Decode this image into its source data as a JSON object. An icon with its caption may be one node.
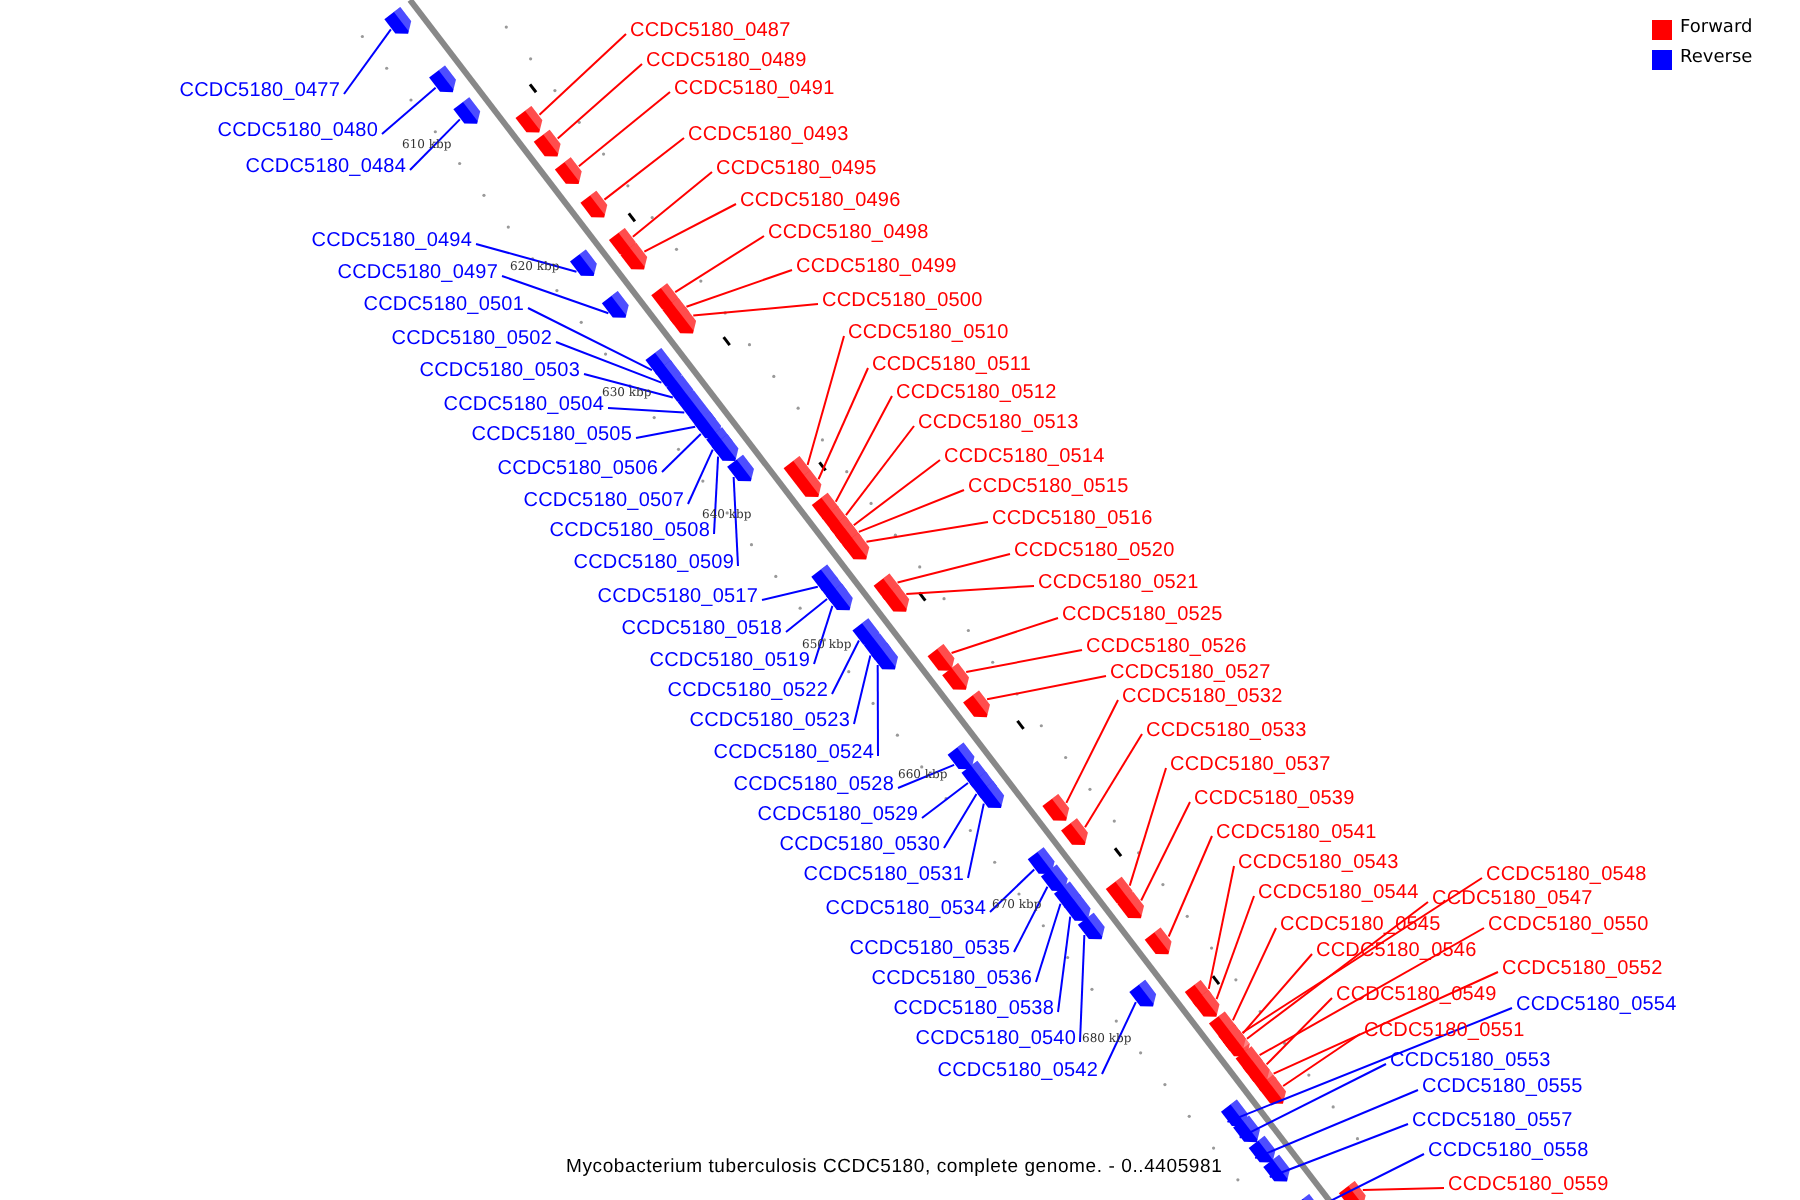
{
  "diagram": {
    "caption": "Mycobacterium tuberculosis CCDC5180, complete genome. - 0..4405981",
    "nodes": [
      {
        "text": [
          "CCDC5180_0487"
        ]
      },
      {
        "text": [
          "CCDC5180_0489"
        ]
      },
      {
        "text": [
          "CCDC5180_0491"
        ]
      },
      {
        "text": [
          "CCDC5180_0477"
        ]
      },
      {
        "text": [
          "CCDC5180_0480"
        ]
      },
      {
        "text": [
          "CCDC5180_0493"
        ]
      },
      {
        "text": [
          "CCDC5180_0484"
        ]
      },
      {
        "text": [
          "CCDC5180_0495"
        ]
      },
      {
        "text": [
          "CCDC5180_0496"
        ]
      },
      {
        "text": [
          "CCDC5180_0498"
        ]
      },
      {
        "text": [
          "CCDC5180_0494"
        ]
      },
      {
        "text": [
          "CCDC5180_0499"
        ]
      },
      {
        "text": [
          "CCDC5180_0497"
        ]
      },
      {
        "text": [
          "CCDC5180_0500"
        ]
      },
      {
        "text": [
          "CCDC5180_0501"
        ]
      },
      {
        "text": [
          "CCDC5180_0510"
        ]
      },
      {
        "text": [
          "CCDC5180_0502"
        ]
      },
      {
        "text": [
          "CCDC5180_0511"
        ]
      },
      {
        "text": [
          "CCDC5180_0503"
        ]
      },
      {
        "text": [
          "CCDC5180_0512"
        ]
      },
      {
        "text": [
          "CCDC5180_0504"
        ]
      },
      {
        "text": [
          "CCDC5180_0513"
        ]
      },
      {
        "text": [
          "CCDC5180_0505"
        ]
      },
      {
        "text": [
          "CCDC5180_0514"
        ]
      },
      {
        "text": [
          "CCDC5180_0506"
        ]
      },
      {
        "text": [
          "CCDC5180_0515"
        ]
      },
      {
        "text": [
          "CCDC5180_0507"
        ]
      },
      {
        "text": [
          "CCDC5180_0516"
        ]
      },
      {
        "text": [
          "CCDC5180_0508"
        ]
      },
      {
        "text": [
          "CCDC5180_0520"
        ]
      },
      {
        "text": [
          "CCDC5180_0509"
        ]
      },
      {
        "text": [
          "CCDC5180_0521"
        ]
      },
      {
        "text": [
          "CCDC5180_0517"
        ]
      },
      {
        "text": [
          "CCDC5180_0525"
        ]
      },
      {
        "text": [
          "CCDC5180_0518"
        ]
      },
      {
        "text": [
          "CCDC5180_0526"
        ]
      },
      {
        "text": [
          "CCDC5180_0519"
        ]
      },
      {
        "text": [
          "CCDC5180_0527"
        ]
      },
      {
        "text": [
          "CCDC5180_0522"
        ]
      },
      {
        "text": [
          "CCDC5180_0532"
        ]
      },
      {
        "text": [
          "CCDC5180_0523"
        ]
      },
      {
        "text": [
          "CCDC5180_0533"
        ]
      },
      {
        "text": [
          "CCDC5180_0524"
        ]
      },
      {
        "text": [
          "CCDC5180_0537"
        ]
      },
      {
        "text": [
          "CCDC5180_0528"
        ]
      },
      {
        "text": [
          "CCDC5180_0539"
        ]
      },
      {
        "text": [
          "CCDC5180_0529"
        ]
      },
      {
        "text": [
          "CCDC5180_0541"
        ]
      },
      {
        "text": [
          "CCDC5180_0530"
        ]
      },
      {
        "text": [
          "CCDC5180_0543"
        ]
      },
      {
        "text": [
          "CCDC5180_0548"
        ]
      },
      {
        "text": [
          "CCDC5180_0531"
        ]
      },
      {
        "text": [
          "CCDC5180_0544"
        ]
      },
      {
        "text": [
          "CCDC5180_0547"
        ]
      },
      {
        "text": [
          "CCDC5180_0534"
        ]
      },
      {
        "text": [
          "CCDC5180_0545"
        ]
      },
      {
        "text": [
          "CCDC5180_0550"
        ]
      },
      {
        "text": [
          "CCDC5180_0535"
        ]
      },
      {
        "text": [
          "CCDC5180_0546"
        ]
      },
      {
        "text": [
          "CCDC5180_0552"
        ]
      },
      {
        "text": [
          "CCDC5180_0536"
        ]
      },
      {
        "text": [
          "CCDC5180_0549"
        ]
      },
      {
        "text": [
          "CCDC5180_0554"
        ]
      },
      {
        "text": [
          "CCDC5180_0538"
        ]
      },
      {
        "text": [
          "CCDC5180_0551"
        ]
      },
      {
        "text": [
          "CCDC5180_0540"
        ]
      },
      {
        "text": [
          "CCDC5180_0553"
        ]
      },
      {
        "text": [
          "CCDC5180_0542"
        ]
      },
      {
        "text": [
          "CCDC5180_0555"
        ]
      },
      {
        "text": [
          "CCDC5180_0557"
        ]
      },
      {
        "text": [
          "CCDC5180_0558"
        ]
      },
      {
        "text": [
          "CCDC5180_0559"
        ]
      },
      {
        "text": [],
        "shape": "arrow"
      },
      {
        "text": [],
        "shape": "arrow"
      },
      {
        "text": [],
        "shape": "arrow"
      },
      {
        "text": [],
        "shape": "arrow"
      },
      {
        "text": [],
        "shape": "arrow"
      },
      {
        "text": [],
        "shape": "arrow"
      },
      {
        "text": [],
        "shape": "arrow"
      },
      {
        "text": [],
        "shape": "arrow"
      },
      {
        "text": [],
        "shape": "arrow"
      },
      {
        "text": [],
        "shape": "arrow"
      },
      {
        "text": [],
        "shape": "arrow"
      },
      {
        "text": [],
        "shape": "arrow"
      },
      {
        "text": [],
        "shape": "arrow"
      },
      {
        "text": [],
        "shape": "arrow"
      },
      {
        "text": [],
        "shape": "arrow"
      },
      {
        "text": [],
        "shape": "arrow"
      },
      {
        "text": [],
        "shape": "arrow"
      },
      {
        "text": [],
        "shape": "arrow"
      },
      {
        "text": [],
        "shape": "arrow"
      },
      {
        "text": [],
        "shape": "arrow"
      },
      {
        "text": [],
        "shape": "arrow"
      },
      {
        "text": [],
        "shape": "arrow"
      },
      {
        "text": [],
        "shape": "arrow"
      },
      {
        "text": [],
        "shape": "arrow"
      },
      {
        "text": [],
        "shape": "arrow"
      },
      {
        "text": [],
        "shape": "arrow"
      },
      {
        "text": [],
        "shape": "arrow"
      },
      {
        "text": [],
        "shape": "arrow"
      },
      {
        "text": [],
        "shape": "arrow"
      },
      {
        "text": [],
        "shape": "arrow"
      },
      {
        "text": [],
        "shape": "arrow"
      },
      {
        "text": [],
        "shape": "arrow"
      },
      {
        "text": [],
        "shape": "arrow"
      },
      {
        "text": [],
        "shape": "arrow"
      },
      {
        "text": [],
        "shape": "arrow"
      },
      {
        "text": [],
        "shape": "arrow"
      },
      {
        "text": [],
        "shape": "arrow"
      },
      {
        "text": [],
        "shape": "arrow"
      },
      {
        "text": [],
        "shape": "arrow"
      },
      {
        "text": [],
        "shape": "arrow"
      },
      {
        "text": [],
        "shape": "arrow"
      },
      {
        "text": [],
        "shape": "arrow"
      },
      {
        "text": [],
        "shape": "arrow"
      },
      {
        "text": [],
        "shape": "arrow"
      },
      {
        "text": [],
        "shape": "arrow"
      },
      {
        "text": [],
        "shape": "arrow"
      },
      {
        "text": [],
        "shape": "arrow"
      },
      {
        "text": [],
        "shape": "arrow"
      },
      {
        "text": [],
        "shape": "arrow"
      },
      {
        "text": [],
        "shape": "arrow"
      },
      {
        "text": [],
        "shape": "arrow"
      },
      {
        "text": [],
        "shape": "arrow"
      },
      {
        "text": [],
        "shape": "arrow"
      },
      {
        "text": [],
        "shape": "arrow"
      },
      {
        "text": [],
        "shape": "arrow"
      },
      {
        "text": [],
        "shape": "arrow"
      },
      {
        "text": [],
        "shape": "arrow"
      },
      {
        "text": [],
        "shape": "arrow"
      },
      {
        "text": [],
        "shape": "arrow"
      },
      {
        "text": [],
        "shape": "arrow"
      },
      {
        "text": [],
        "shape": "arrow"
      },
      {
        "text": [],
        "shape": "arrow"
      },
      {
        "text": [],
        "shape": "arrow"
      },
      {
        "text": [],
        "shape": "arrow"
      },
      {
        "text": [],
        "shape": "arrow"
      },
      {
        "text": [],
        "shape": "arrow"
      },
      {
        "text": [],
        "shape": "arrow"
      },
      {
        "text": [],
        "shape": "arrow"
      },
      {
        "text": [],
        "shape": "arrow"
      },
      {
        "text": [],
        "shape": "arrow"
      },
      {
        "text": [],
        "shape": "arrow"
      },
      {
        "text": [],
        "shape": "arrow"
      }
    ],
    "edges": [
      {
        "from": 0,
        "to": 72,
        "arrow": "none"
      },
      {
        "from": 1,
        "to": 73,
        "arrow": "none"
      },
      {
        "from": 2,
        "to": 74,
        "arrow": "none"
      },
      {
        "from": 3,
        "to": 75,
        "arrow": "none",
        "color": "#0000ff"
      },
      {
        "from": 4,
        "to": 76,
        "arrow": "none",
        "color": "#0000ff"
      },
      {
        "from": 5,
        "to": 77,
        "arrow": "none"
      },
      {
        "from": 6,
        "to": 78,
        "arrow": "none",
        "color": "#0000ff"
      },
      {
        "from": 7,
        "to": 79,
        "arrow": "none"
      },
      {
        "from": 8,
        "to": 80,
        "arrow": "none"
      },
      {
        "from": 9,
        "to": 81,
        "arrow": "none"
      },
      {
        "from": 10,
        "to": 82,
        "arrow": "none",
        "color": "#0000ff"
      },
      {
        "from": 11,
        "to": 83,
        "arrow": "none"
      },
      {
        "from": 12,
        "to": 84,
        "arrow": "none",
        "color": "#0000ff"
      },
      {
        "from": 13,
        "to": 85,
        "arrow": "none"
      },
      {
        "from": 14,
        "to": 86,
        "arrow": "none",
        "color": "#0000ff"
      },
      {
        "from": 15,
        "to": 87,
        "arrow": "none"
      },
      {
        "from": 16,
        "to": 88,
        "arrow": "none",
        "color": "#0000ff"
      },
      {
        "from": 17,
        "to": 89,
        "arrow": "none"
      },
      {
        "from": 18,
        "to": 90,
        "arrow": "none",
        "color": "#0000ff"
      },
      {
        "from": 19,
        "to": 91,
        "arrow": "none"
      },
      {
        "from": 20,
        "to": 92,
        "arrow": "none",
        "color": "#0000ff"
      },
      {
        "from": 21,
        "to": 93,
        "arrow": "none"
      },
      {
        "from": 22,
        "to": 94,
        "arrow": "none",
        "color": "#0000ff"
      },
      {
        "from": 23,
        "to": 95,
        "arrow": "none"
      },
      {
        "from": 24,
        "to": 96,
        "arrow": "none",
        "color": "#0000ff"
      },
      {
        "from": 25,
        "to": 97,
        "arrow": "none"
      },
      {
        "from": 26,
        "to": 98,
        "arrow": "none",
        "color": "#0000ff"
      },
      {
        "from": 27,
        "to": 99,
        "arrow": "none"
      },
      {
        "from": 28,
        "to": 100,
        "arrow": "none",
        "color": "#0000ff"
      },
      {
        "from": 29,
        "to": 101,
        "arrow": "none"
      },
      {
        "from": 30,
        "to": 102,
        "arrow": "none",
        "color": "#0000ff"
      },
      {
        "from": 31,
        "to": 103,
        "arrow": "none"
      },
      {
        "from": 32,
        "to": 104,
        "arrow": "none",
        "color": "#0000ff"
      },
      {
        "from": 33,
        "to": 105,
        "arrow": "none"
      },
      {
        "from": 34,
        "to": 106,
        "arrow": "none",
        "color": "#0000ff"
      },
      {
        "from": 35,
        "to": 107,
        "arrow": "none"
      },
      {
        "from": 36,
        "to": 108,
        "arrow": "none",
        "color": "#0000ff"
      },
      {
        "from": 37,
        "to": 109,
        "arrow": "none"
      },
      {
        "from": 38,
        "to": 110,
        "arrow": "none",
        "color": "#0000ff"
      },
      {
        "from": 39,
        "to": 111,
        "arrow": "none"
      },
      {
        "from": 40,
        "to": 112,
        "arrow": "none",
        "color": "#0000ff"
      },
      {
        "from": 41,
        "to": 113,
        "arrow": "none"
      },
      {
        "from": 42,
        "to": 114,
        "arrow": "none",
        "color": "#0000ff"
      },
      {
        "from": 43,
        "to": 115,
        "arrow": "none"
      },
      {
        "from": 44,
        "to": 116,
        "arrow": "none",
        "color": "#0000ff"
      },
      {
        "from": 45,
        "to": 117,
        "arrow": "none"
      },
      {
        "from": 46,
        "to": 118,
        "arrow": "none",
        "color": "#0000ff"
      },
      {
        "from": 47,
        "to": 119,
        "arrow": "none"
      },
      {
        "from": 48,
        "to": 120,
        "arrow": "none",
        "color": "#0000ff"
      },
      {
        "from": 49,
        "to": 121,
        "arrow": "none"
      },
      {
        "from": 50,
        "to": 122,
        "arrow": "none"
      },
      {
        "from": 51,
        "to": 123,
        "arrow": "none",
        "color": "#0000ff"
      },
      {
        "from": 52,
        "to": 124,
        "arrow": "none"
      },
      {
        "from": 53,
        "to": 125,
        "arrow": "none"
      },
      {
        "from": 54,
        "to": 126,
        "arrow": "none",
        "color": "#0000ff"
      },
      {
        "from": 55,
        "to": 127,
        "arrow": "none"
      },
      {
        "from": 56,
        "to": 128,
        "arrow": "none"
      },
      {
        "from": 57,
        "to": 129,
        "arrow": "none",
        "color": "#0000ff"
      },
      {
        "from": 58,
        "to": 130,
        "arrow": "none"
      },
      {
        "from": 59,
        "to": 131,
        "arrow": "none"
      },
      {
        "from": 60,
        "to": 132,
        "arrow": "none",
        "color": "#0000ff"
      },
      {
        "from": 61,
        "to": 133,
        "arrow": "none"
      },
      {
        "from": 62,
        "to": 134,
        "arrow": "none",
        "color": "#0000ff"
      },
      {
        "from": 63,
        "to": 135,
        "arrow": "none",
        "color": "#0000ff"
      },
      {
        "from": 64,
        "to": 136,
        "arrow": "none"
      },
      {
        "from": 65,
        "to": 137,
        "arrow": "none",
        "color": "#0000ff"
      },
      {
        "from": 66,
        "to": 138,
        "arrow": "none",
        "color": "#0000ff"
      },
      {
        "from": 67,
        "to": 139,
        "arrow": "none",
        "color": "#0000ff"
      },
      {
        "from": 68,
        "to": 140,
        "arrow": "none",
        "color": "#0000ff"
      },
      {
        "from": 69,
        "to": 141,
        "arrow": "none",
        "color": "#0000ff"
      },
      {
        "from": 70,
        "to": 142,
        "arrow": "none",
        "color": "#0000ff"
      },
      {
        "from": 71,
        "to": 143,
        "arrow": "none"
      }
    ],
    "labels": [
      "610 kbp",
      "620 kbp",
      "630 kbp",
      "640 kbp",
      "650 kbp",
      "660 kbp",
      "670 kbp",
      "680 kbp"
    ],
    "legend": [
      {
        "text": "Forward",
        "color": "#ff0000"
      },
      {
        "text": "Reverse",
        "color": "#0000ff"
      }
    ]
  }
}
